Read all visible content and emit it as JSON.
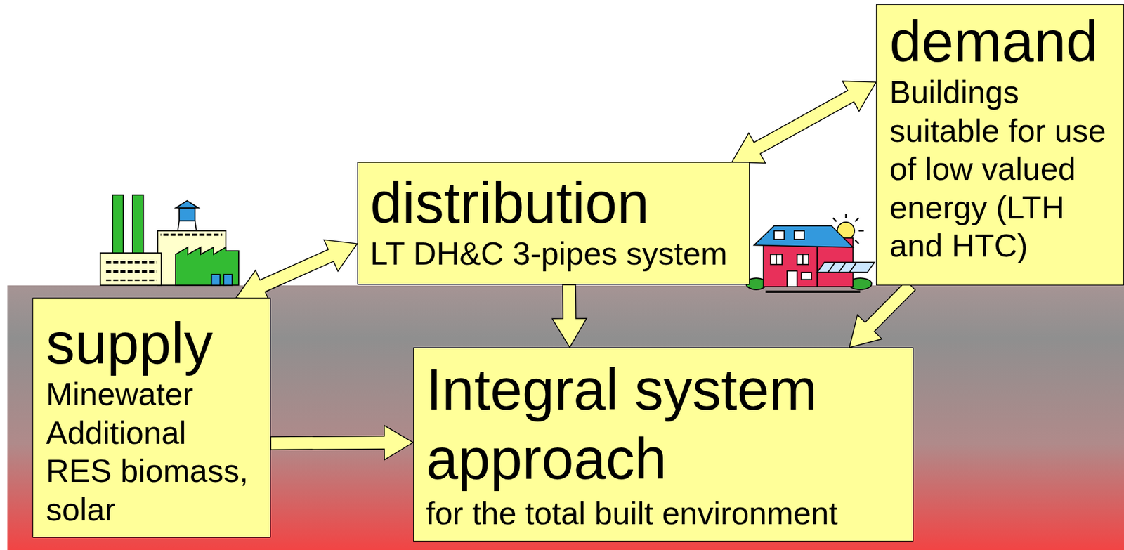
{
  "diagram": {
    "nodes": [
      {
        "text": [
          "demand",
          "Buildings suitable for use of low valued energy (LTH and HTC)"
        ]
      },
      {
        "text": [
          "distribution",
          "LT DH&C 3-pipes system"
        ]
      },
      {
        "text": [
          "supply",
          "Minewater Additional RES biomass, solar"
        ]
      },
      {
        "text": [
          "Integral system approach",
          "for the total built environment"
        ]
      }
    ],
    "edges": [
      {
        "from": 1,
        "to": 0,
        "arrow": "both"
      },
      {
        "from": 2,
        "to": 1,
        "arrow": "both"
      },
      {
        "from": 1,
        "to": 3,
        "arrow": "to"
      },
      {
        "from": 0,
        "to": 3,
        "arrow": "to"
      },
      {
        "from": 2,
        "to": 3,
        "arrow": "to"
      }
    ]
  }
}
